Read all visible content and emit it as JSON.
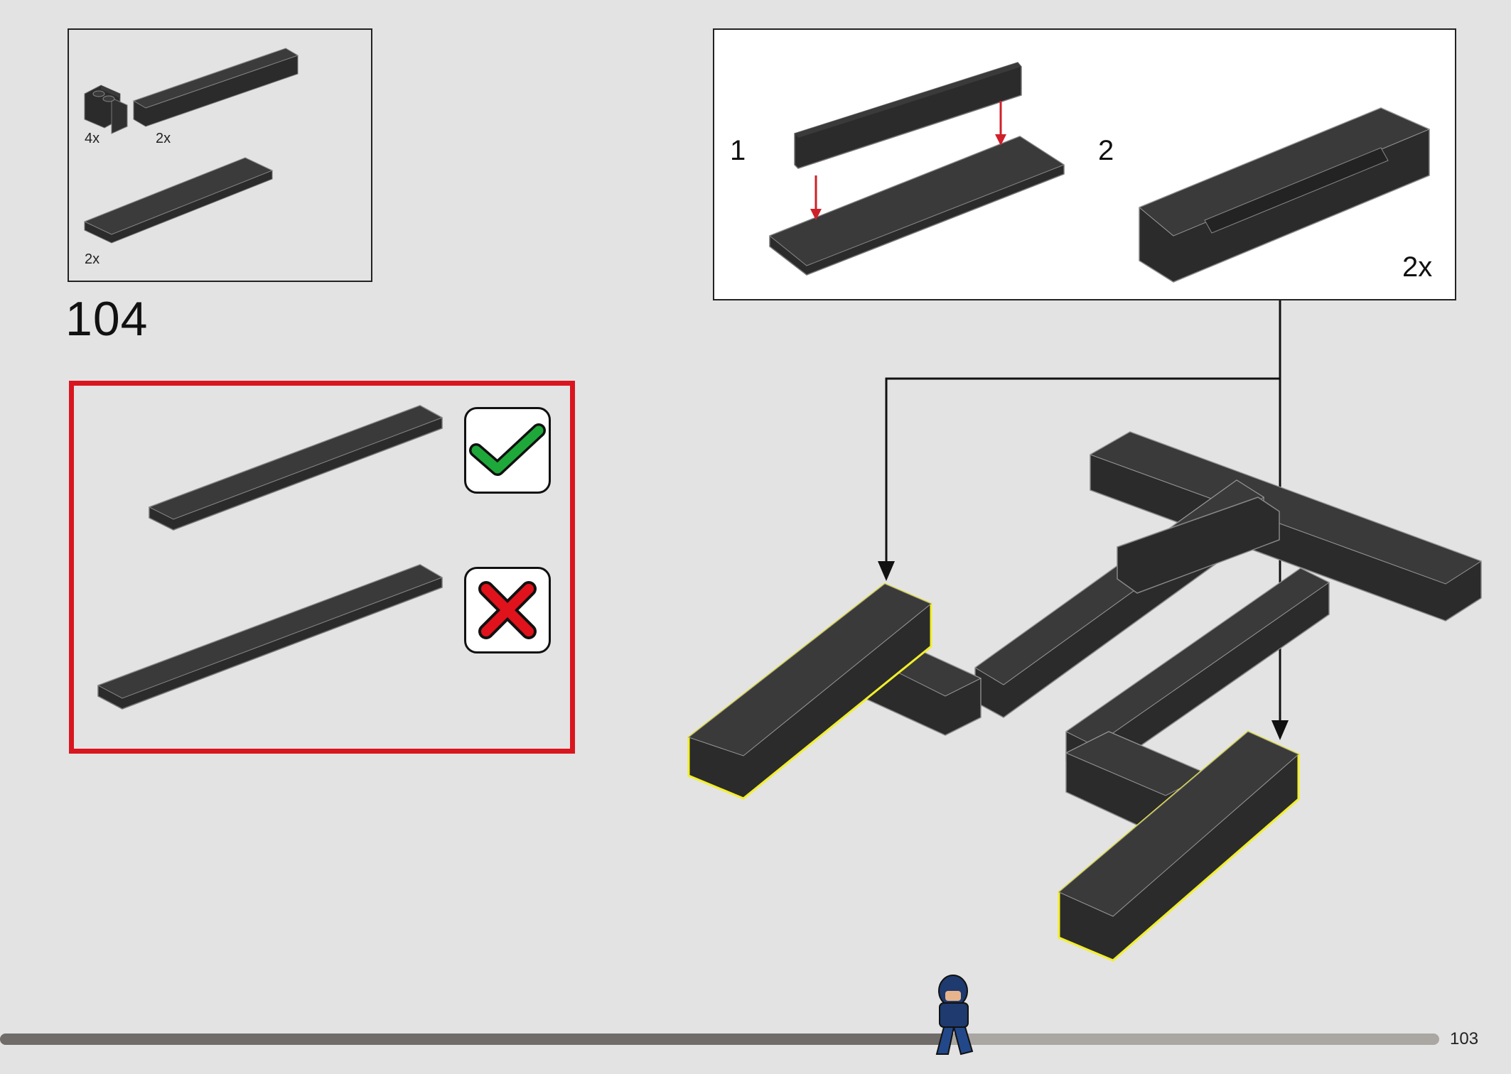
{
  "parts_list": {
    "items": [
      {
        "part": "1x2 corner brick",
        "quantity": "4x"
      },
      {
        "part": "1x8 brick",
        "quantity": "2x"
      },
      {
        "part": "2x10 plate",
        "quantity": "2x"
      }
    ]
  },
  "step": {
    "number": "104"
  },
  "comparison": {
    "correct_icon": "check-mark-icon",
    "wrong_icon": "cross-mark-icon",
    "correct_color": "#1fa83a",
    "wrong_color": "#e0121b",
    "frame_color": "#d9161f"
  },
  "sub_assembly": {
    "steps": [
      {
        "number": "1"
      },
      {
        "number": "2"
      }
    ],
    "quantity": "2x",
    "arrow_color": "#d0202a"
  },
  "highlight_color": "#f2ef2a",
  "progress": {
    "fraction": 0.655
  },
  "page": {
    "number": "103"
  }
}
